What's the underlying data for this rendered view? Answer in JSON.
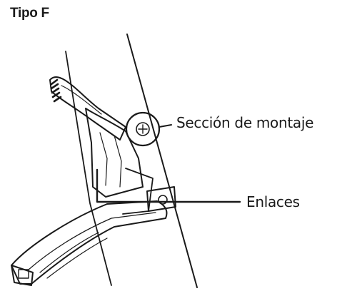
{
  "title": "Tipo F",
  "callouts": {
    "mount_section": "Sección de montaje",
    "links": "Enlaces"
  },
  "colors": {
    "ink": "#1a1a1a",
    "background": "#ffffff"
  },
  "icons": {
    "illustration": "front-derailleur-drawing"
  }
}
